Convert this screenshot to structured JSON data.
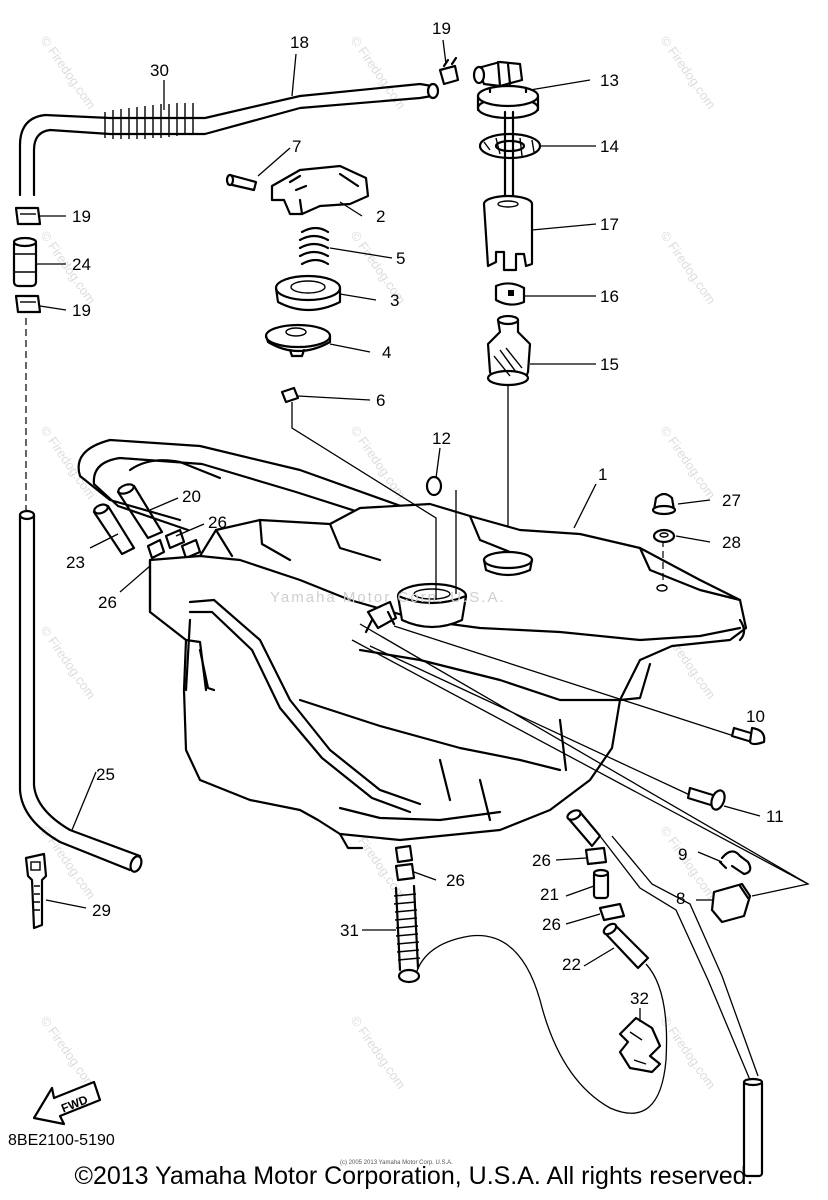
{
  "labels": {
    "l1": "1",
    "l2": "2",
    "l3": "3",
    "l4": "4",
    "l5": "5",
    "l6": "6",
    "l7": "7",
    "l8": "8",
    "l9": "9",
    "l10": "10",
    "l11": "11",
    "l12": "12",
    "l13": "13",
    "l14": "14",
    "l15": "15",
    "l16": "16",
    "l17": "17",
    "l18": "18",
    "l19a": "19",
    "l19b": "19",
    "l19c": "19",
    "l20": "20",
    "l21": "21",
    "l22": "22",
    "l23": "23",
    "l24": "24",
    "l25": "25",
    "l26a": "26",
    "l26b": "26",
    "l26c": "26",
    "l26d": "26",
    "l26e": "26",
    "l27": "27",
    "l28": "28",
    "l29": "29",
    "l30": "30",
    "l31": "31",
    "l32": "32"
  },
  "fwd_label": "FWD",
  "diagram_code": "8BE2100-5190",
  "tank_watermark": "Yamaha Motor Corp. U.S.A.",
  "watermark": "© Firedog.com",
  "fine_print": "(c) 2005 2013 Yamaha Motor Corp. U.S.A.",
  "copyright": "©2013 Yamaha Motor Corporation, U.S.A. All rights reserved."
}
